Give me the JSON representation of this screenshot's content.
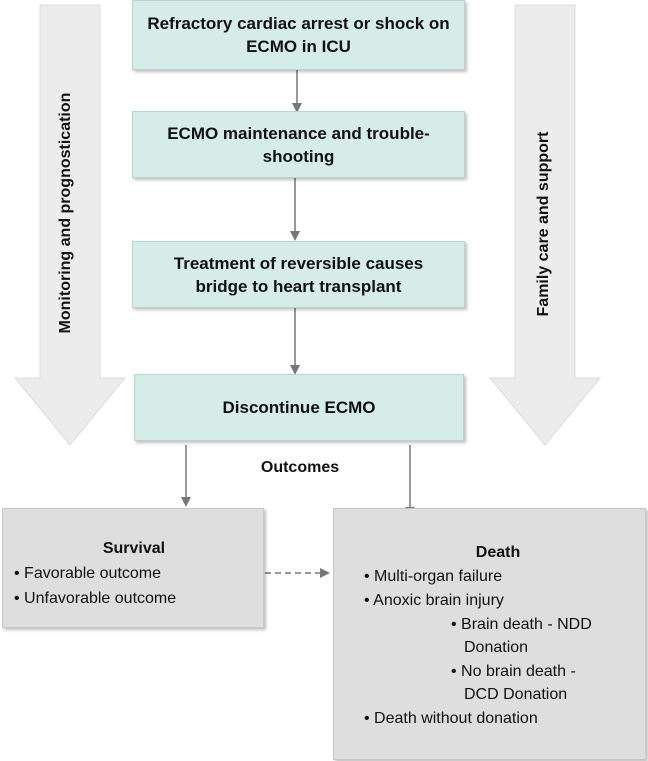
{
  "steps": {
    "step1": "Refractory cardiac arrest or shock on ECMO in ICU",
    "step2": "ECMO maintenance and trouble-shooting",
    "step3": "Treatment of reversible causes bridge to heart transplant",
    "step4": "Discontinue ECMO"
  },
  "side_arrows": {
    "left": "Monitoring and prognostication",
    "right": "Family care and support"
  },
  "outcomes_label": "Outcomes",
  "survival": {
    "title": "Survival",
    "items": [
      "• Favorable outcome",
      "• Unfavorable outcome"
    ]
  },
  "death": {
    "title": "Death",
    "items": [
      "• Multi-organ failure",
      "• Anoxic brain injury",
      "• Brain death - NDD",
      "Donation",
      "• No brain death -",
      "DCD Donation",
      "• Death without donation"
    ]
  },
  "colors": {
    "step_fill": "#d6ece8",
    "outcome_fill": "#dedede",
    "arrow_fill": "#e9e9e9",
    "connector": "#777777"
  }
}
